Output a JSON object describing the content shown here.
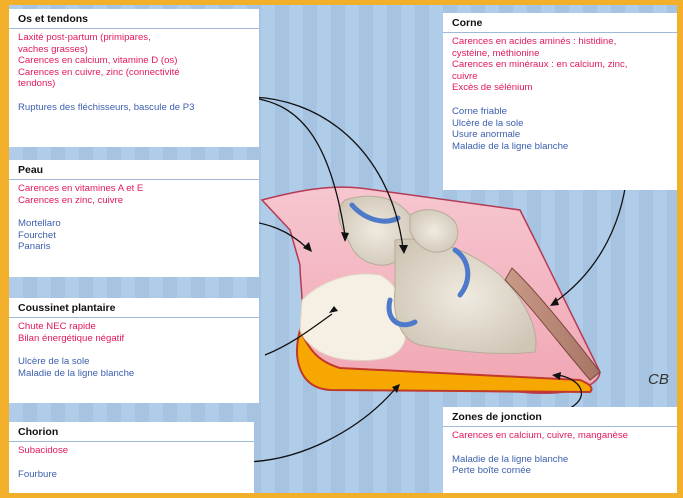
{
  "os_tendons": {
    "title": "Os et tendons",
    "red": [
      "Laxité post-partum (primipares,",
      "vaches grasses)",
      "Carences en calcium, vitamine D (os)",
      "Carences en cuivre, zinc (connectivité",
      "tendons)"
    ],
    "blue": [
      "Ruptures des fléchisseurs, bascule de P3"
    ]
  },
  "peau": {
    "title": "Peau",
    "red": [
      "Carences en vitamines A et E",
      "Carences en zinc, cuivre"
    ],
    "blue": [
      "Mortellaro",
      "Fourchet",
      "Panaris"
    ]
  },
  "coussinet": {
    "title": "Coussinet plantaire",
    "red": [
      "Chute NEC rapide",
      "Bilan énergétique négatif"
    ],
    "blue": [
      "Ulcère de la sole",
      "Maladie de la ligne blanche"
    ]
  },
  "chorion": {
    "title": "Chorion",
    "red": [
      "Subacidose"
    ],
    "blue": [
      "Fourbure"
    ]
  },
  "corne": {
    "title": "Corne",
    "red": [
      "Carences en acides aminés : histidine,",
      "cystéine, méthionine",
      "Carences en minéraux : en calcium, zinc,",
      "cuivre",
      "Excès de sélénium"
    ],
    "blue": [
      "Corne friable",
      "Ulcère de la sole",
      "Usure anormale",
      "Maladie de la ligne blanche"
    ]
  },
  "jonction": {
    "title": "Zones de jonction",
    "red": [
      "Carences en calcium, cuivre, manganèse"
    ],
    "blue": [
      "Maladie de la ligne blanche",
      "Perte boîte cornée"
    ]
  },
  "logo": "CB",
  "colors": {
    "red_text": "#e0195a",
    "blue_text": "#3b5fae",
    "frame": "#f2b02a",
    "background": "#a9c8e6"
  }
}
